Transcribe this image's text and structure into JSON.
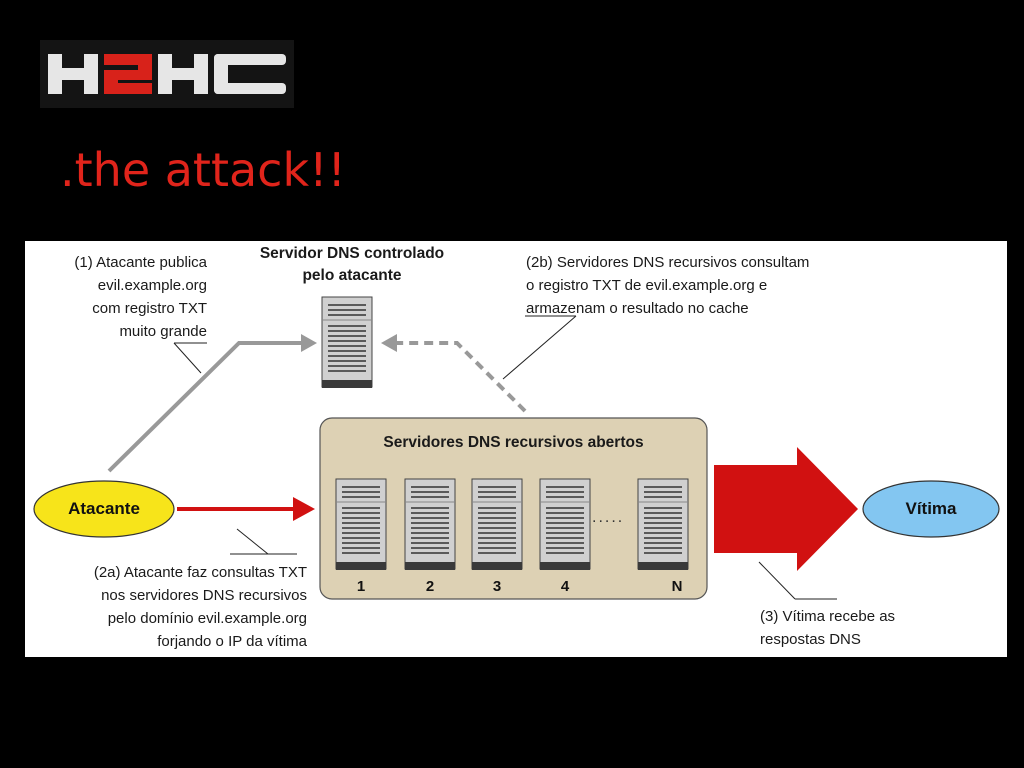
{
  "logo": {
    "text": "H2HC",
    "letters": [
      "H",
      "2",
      "H",
      "C"
    ],
    "color_light": "#e6e6e6",
    "color_accent": "#d8221a"
  },
  "slide": {
    "title": ".the attack!!",
    "title_color": "#e0241b",
    "background": "#000000"
  },
  "diagram": {
    "controlled_server": {
      "title_lines": [
        "Servidor DNS controlado",
        "pelo atacante"
      ]
    },
    "step1": {
      "lines": [
        "(1) Atacante publica",
        "evil.example.org",
        "com registro TXT",
        "muito grande"
      ]
    },
    "step2b": {
      "lines": [
        "(2b) Servidores DNS recursivos consultam",
        "o registro TXT de evil.example.org e",
        "armazenam o resultado no cache"
      ]
    },
    "recursive_group": {
      "title": "Servidores DNS recursivos abertos",
      "fill": "#ddd1b4",
      "servers": [
        "1",
        "2",
        "3",
        "4",
        "N"
      ],
      "ellipsis": "....."
    },
    "attacker": {
      "label": "Atacante",
      "fill": "#f7e41a"
    },
    "victim": {
      "label": "Vítima",
      "fill": "#83c6f1"
    },
    "step2a": {
      "lines": [
        "(2a) Atacante faz consultas TXT",
        "nos servidores DNS recursivos",
        "pelo domínio evil.example.org",
        "forjando o IP da vítima"
      ]
    },
    "step3": {
      "lines": [
        "(3) Vítima recebe as",
        "respostas DNS"
      ]
    },
    "colors": {
      "red_arrow": "#d11111",
      "gray_arrow": "#999999"
    }
  }
}
